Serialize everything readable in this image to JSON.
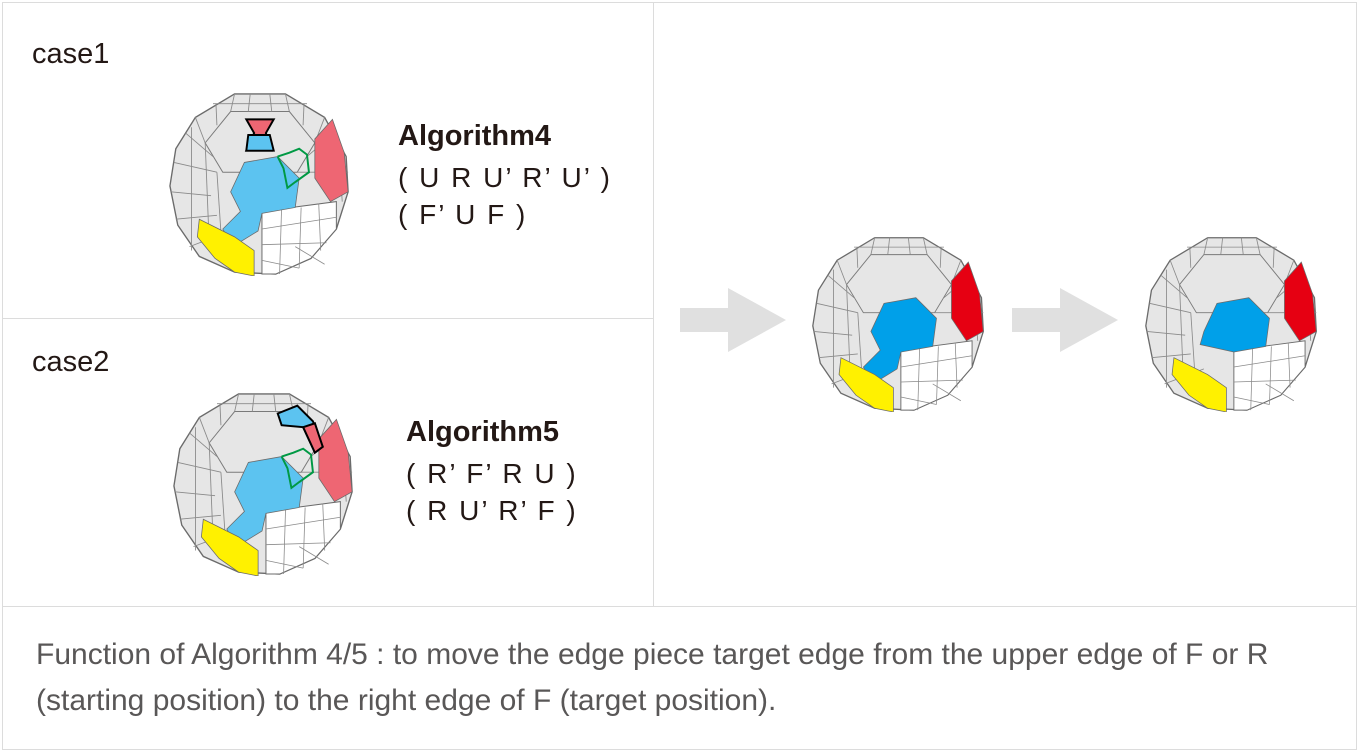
{
  "cases": [
    {
      "label": "case1",
      "algorithm_title": "Algorithm4",
      "moves_line1": "( U R U’ R’ U’ )",
      "moves_line2": "( F’ U F )"
    },
    {
      "label": "case2",
      "algorithm_title": "Algorithm5",
      "moves_line1": "( R’ F’ R U )",
      "moves_line2": "( R U’ R’ F )"
    }
  ],
  "caption": "Function of Algorithm 4/5 : to move the edge piece target edge from the upper edge of F or R (starting position) to the right edge of F (target position).",
  "colors": {
    "blue": "#00A0E9",
    "blue_faded": "#5CC3F0",
    "red": "#E60012",
    "red_faded": "#EE6673",
    "yellow": "#FFF100",
    "grey_face": "#E6E6E6",
    "white_face": "#FFFFFF",
    "arrow": "#E0E0E0",
    "highlight_black": "#000000",
    "highlight_green": "#009944"
  },
  "icons": [
    "megaminx-case1",
    "megaminx-case2",
    "megaminx-intermediate",
    "megaminx-solved",
    "right-arrow-icon"
  ]
}
